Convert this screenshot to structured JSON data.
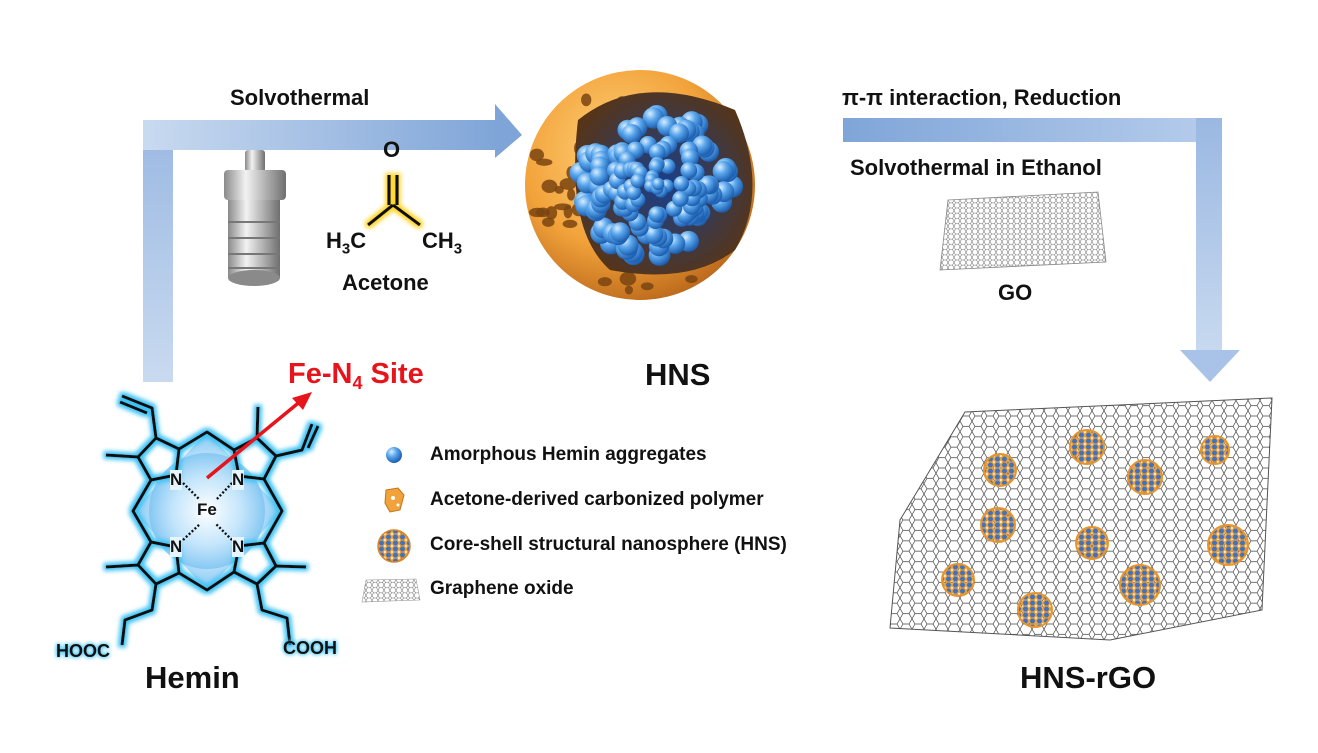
{
  "steps": {
    "step1_label": "Solvothermal",
    "step2_label_line1": "π-π interaction, Reduction",
    "step2_label_line2": "Solvothermal in Ethanol"
  },
  "reagents": {
    "acetone_label": "Acetone",
    "acetone_o": "O",
    "acetone_left": "H3C",
    "acetone_right": "CH3",
    "go_label": "GO"
  },
  "products": {
    "hemin_label": "Hemin",
    "hns_label": "HNS",
    "hns_rgo_label": "HNS-rGO"
  },
  "molecule": {
    "site_label_main": "Fe-N",
    "site_label_sub": "4",
    "site_label_tail": " Site",
    "metal": "Fe",
    "nitrogen": "N",
    "left_acid": "HOOC",
    "right_acid": "COOH"
  },
  "legend": [
    {
      "icon": "blue-sphere-icon",
      "label": "Amorphous Hemin aggregates"
    },
    {
      "icon": "carbon-polymer-icon",
      "label": "Acetone-derived carbonized polymer"
    },
    {
      "icon": "nanosphere-icon",
      "label": "Core-shell structural nanosphere (HNS)"
    },
    {
      "icon": "graphene-sheet-icon",
      "label": "Graphene oxide"
    }
  ],
  "colors": {
    "arrow": "#8fb0dc",
    "shell": "#f2a23a",
    "core": "#4f9be6",
    "highlight": "#e8141b",
    "glow": "#3ec3f5"
  }
}
